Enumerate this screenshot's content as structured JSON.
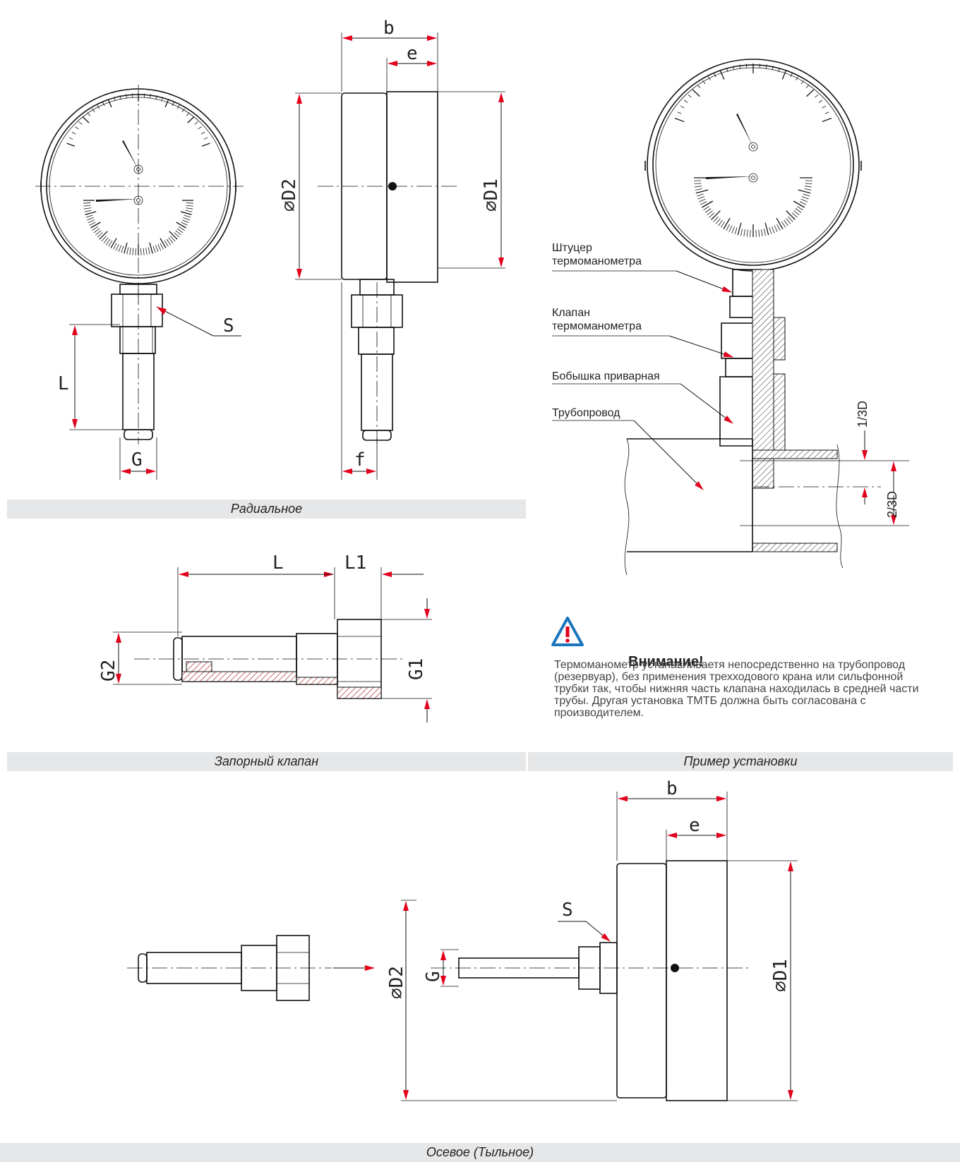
{
  "captions": {
    "radial": "Радиальное",
    "valve": "Запорный клапан",
    "example": "Пример установки",
    "axial": "Осевое (Тыльное)"
  },
  "dimensions": {
    "b": "b",
    "e": "e",
    "f": "f",
    "L": "L",
    "L1": "L1",
    "G": "G",
    "G1": "G1",
    "G2": "G2",
    "S": "S",
    "D1": "⌀D1",
    "D2": "⌀D2",
    "one_third": "1/3D",
    "two_third": "2/3D"
  },
  "install_labels": {
    "fitting": "Штуцер\nтермоманометра",
    "valve": "Клапан\nтермоманометра",
    "boss": "Бобышка приварная",
    "pipe": "Трубопровод"
  },
  "warning": {
    "title": "Внимание!",
    "text": "Термоманометр устанавливаетя непосредственно на трубопровод (резервуар), без применения трехходового крана или сильфонной трубки так, чтобы нижняя часть клапана находилась в средней части трубы. Другая установка ТМТБ должна быть согласована с производителем.",
    "icon": "warning-triangle-icon",
    "icon_color": "#1b75bc",
    "mark_color": "#e3001b"
  },
  "colors": {
    "arrow": "#e3001b",
    "caption_bg": "#e6e7e8",
    "hatch": "#c0392b"
  }
}
